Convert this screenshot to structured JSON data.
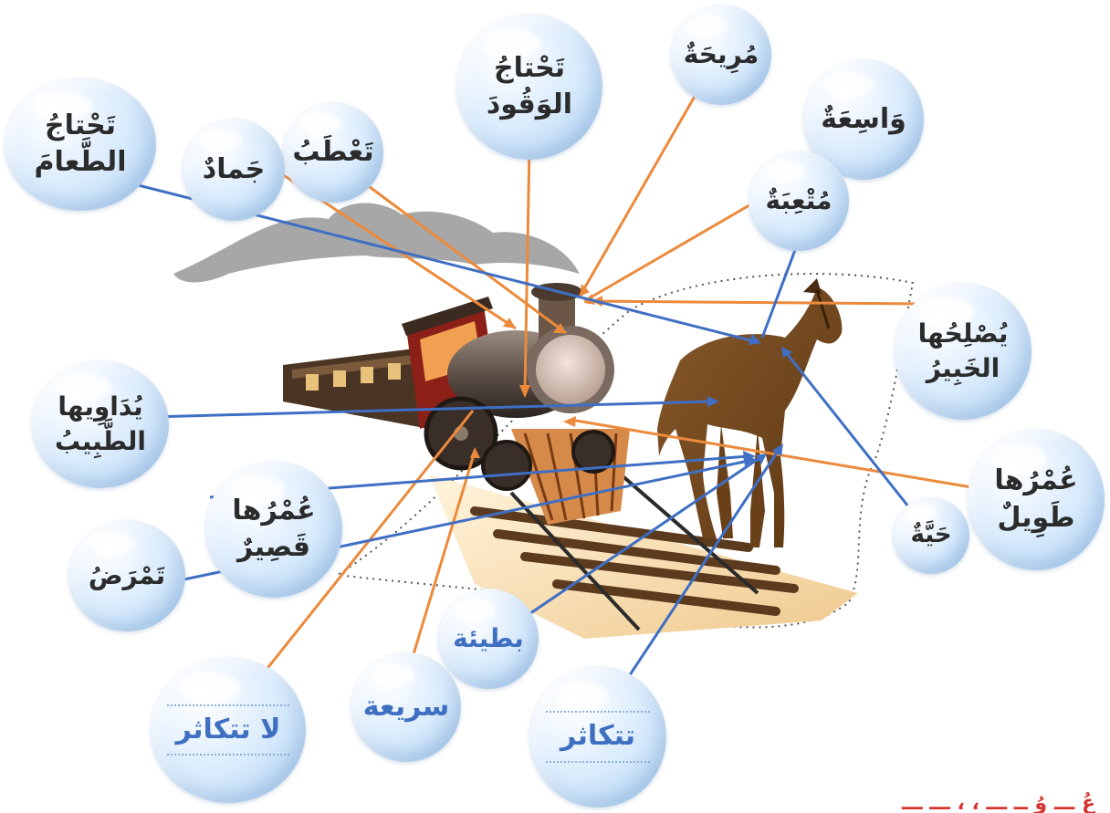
{
  "bubbles": {
    "need_food": "تَحْتاجُ الطَّعامَ",
    "tires": "تَعْطَبُ",
    "inanimate": "جَمادٌ",
    "needs_fuel": "تَحْتاجُ الوَقُودَ",
    "comfortable": "مُرِيحَةٌ",
    "spacious": "وَاسِعَةٌ",
    "tiring": "مُتْعِبَةٌ",
    "expert_repairs": "يُصْلِحُها الخَبِيرُ",
    "vet_treats": "يُدَاوِيها الطَّبِيبُ",
    "long_life": "عُمْرُها طَوِيلٌ",
    "short_life": "عُمْرُها قَصِيرٌ",
    "gets_sick": "تَمْرَضُ",
    "alive": "حَيَّةٌ",
    "slow": "بطيئة",
    "fast": "سريعة",
    "no_reproduce": "لا تتكاثر",
    "reproduces": "تتكاثر"
  },
  "footer_text": "عُ ـــ وُ ــ ـــ ، ، ـــ ـــ"
}
